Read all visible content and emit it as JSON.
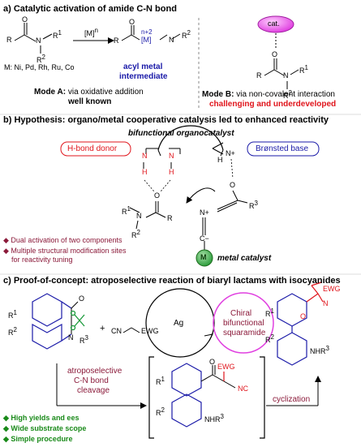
{
  "section_a": {
    "title": "a) Catalytic activation of amide C-N bond",
    "metal_label": "[M]",
    "metal_sup": "n",
    "metals": "M: Ni, Pd, Rh, Ru, Co",
    "acyl_metal_1": "acyl metal",
    "acyl_metal_2": "intermediate",
    "cat_label": "cat.",
    "mode_a_label": "Mode A:",
    "mode_a_text": " via oxidative addition",
    "mode_a_sub": "well known",
    "mode_b_label": "Mode B:",
    "mode_b_text": " via non-covalent interaction",
    "mode_b_sub": "challenging and underdeveloped",
    "R": "R",
    "N": "N",
    "R1": "R",
    "R2": "R",
    "O": "O",
    "sup1": "1",
    "sup2": "2",
    "n2": "n+2",
    "M": "[M]"
  },
  "section_b": {
    "title": "b) Hypothesis: organo/metal cooperative catalysis led to enhanced reactivity",
    "bifunctional": "bifunctional organocatalyst",
    "hbond_donor": "H-bond donor",
    "bronsted_base": "Brønsted base",
    "bullet1": "Dual activation of two components",
    "bullet2": "Multiple structural modification sites",
    "bullet2b": "for reactivity tuning",
    "metal_catalyst": "metal catalyst",
    "M": "M",
    "N": "N",
    "H": "H",
    "O": "O",
    "C": "C",
    "R": "R",
    "N_plus": "N+",
    "C_minus": "C−",
    "R3": "R",
    "sup3": "3",
    "R1": "R",
    "sup1": "1",
    "R2": "R",
    "sup2": "2"
  },
  "section_c": {
    "title": "c) Proof-of-concept: atroposelective reaction of biaryl lactams with isocyanides",
    "plus": "+",
    "cn": "CN",
    "ewg": "EWG",
    "ag": "Ag",
    "chiral1": "Chiral",
    "chiral2": "bifunctional",
    "chiral3": "squaramide",
    "atropo1": "atroposelective",
    "atropo2": "C-N bond",
    "atropo3": "cleavage",
    "cyclization": "cyclization",
    "bullet1": "High yields and ees",
    "bullet2": "Wide substrate scope",
    "bullet3": "Simple procedure",
    "NC": "NC",
    "NHR3": "NHR",
    "sup3": "3",
    "R": "R",
    "sup1": "1",
    "sup2": "2",
    "O": "O",
    "N": "N"
  },
  "colors": {
    "blue": "#1a1aa8",
    "red": "#e0141b",
    "magenta": "#e040e0",
    "dark_red": "#8b1a3a",
    "green": "#1a8a1a",
    "green_ball": "#3cb34a"
  }
}
